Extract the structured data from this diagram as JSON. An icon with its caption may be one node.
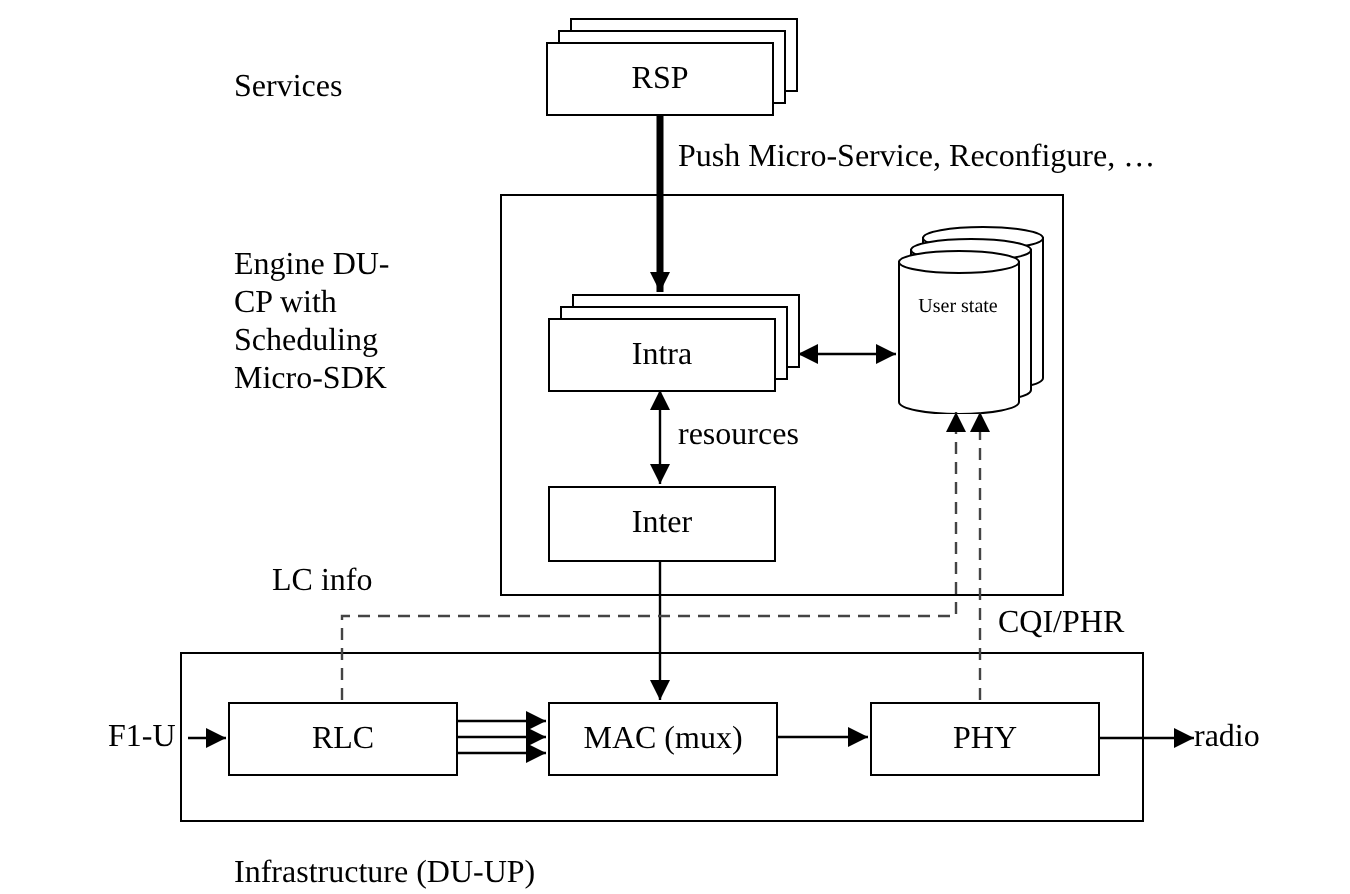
{
  "diagram": {
    "nodes": [
      {
        "text": [
          "RSP"
        ]
      },
      {
        "text": [],
        "shape": "box",
        "beside": [
          "Engine DU-CP with Scheduling Micro-SDK"
        ]
      },
      {
        "text": [
          "Intra"
        ],
        "in": 1
      },
      {
        "text": [
          "User state"
        ],
        "in": 1
      },
      {
        "text": [
          "Inter"
        ],
        "in": 1
      },
      {
        "text": [],
        "shape": "box",
        "beside": [
          "Infrastructure (DU-UP)"
        ]
      },
      {
        "text": [
          "RLC"
        ],
        "in": 5
      },
      {
        "text": [
          "MAC (mux)"
        ],
        "in": 5
      },
      {
        "text": [
          "PHY"
        ],
        "in": 5
      },
      {
        "text": [
          "F1-U"
        ]
      },
      {
        "text": [
          "radio"
        ]
      }
    ],
    "edges": [
      {
        "from": 0,
        "to": 2,
        "arrow": "to",
        "label": "Push Micro-Service, Reconfigure, …",
        "style": "thick"
      },
      {
        "from": 2,
        "to": 3,
        "arrow": "both"
      },
      {
        "from": 2,
        "to": 4,
        "arrow": "both",
        "label": "resources"
      },
      {
        "from": 4,
        "to": 7,
        "arrow": "to"
      },
      {
        "from": 6,
        "to": 7,
        "arrow": "to"
      },
      {
        "from": 6,
        "to": 7,
        "arrow": "to"
      },
      {
        "from": 6,
        "to": 7,
        "arrow": "to"
      },
      {
        "from": 7,
        "to": 8,
        "arrow": "to"
      },
      {
        "from": 8,
        "to": 10,
        "arrow": "to"
      },
      {
        "from": 9,
        "to": 6,
        "arrow": "to"
      },
      {
        "from": 6,
        "to": 3,
        "arrow": "to",
        "label": "LC info",
        "style": "dashed"
      },
      {
        "from": 8,
        "to": 3,
        "arrow": "to",
        "label": "CQI/PHR",
        "style": "dashed"
      }
    ],
    "labels": [
      "Services"
    ]
  }
}
